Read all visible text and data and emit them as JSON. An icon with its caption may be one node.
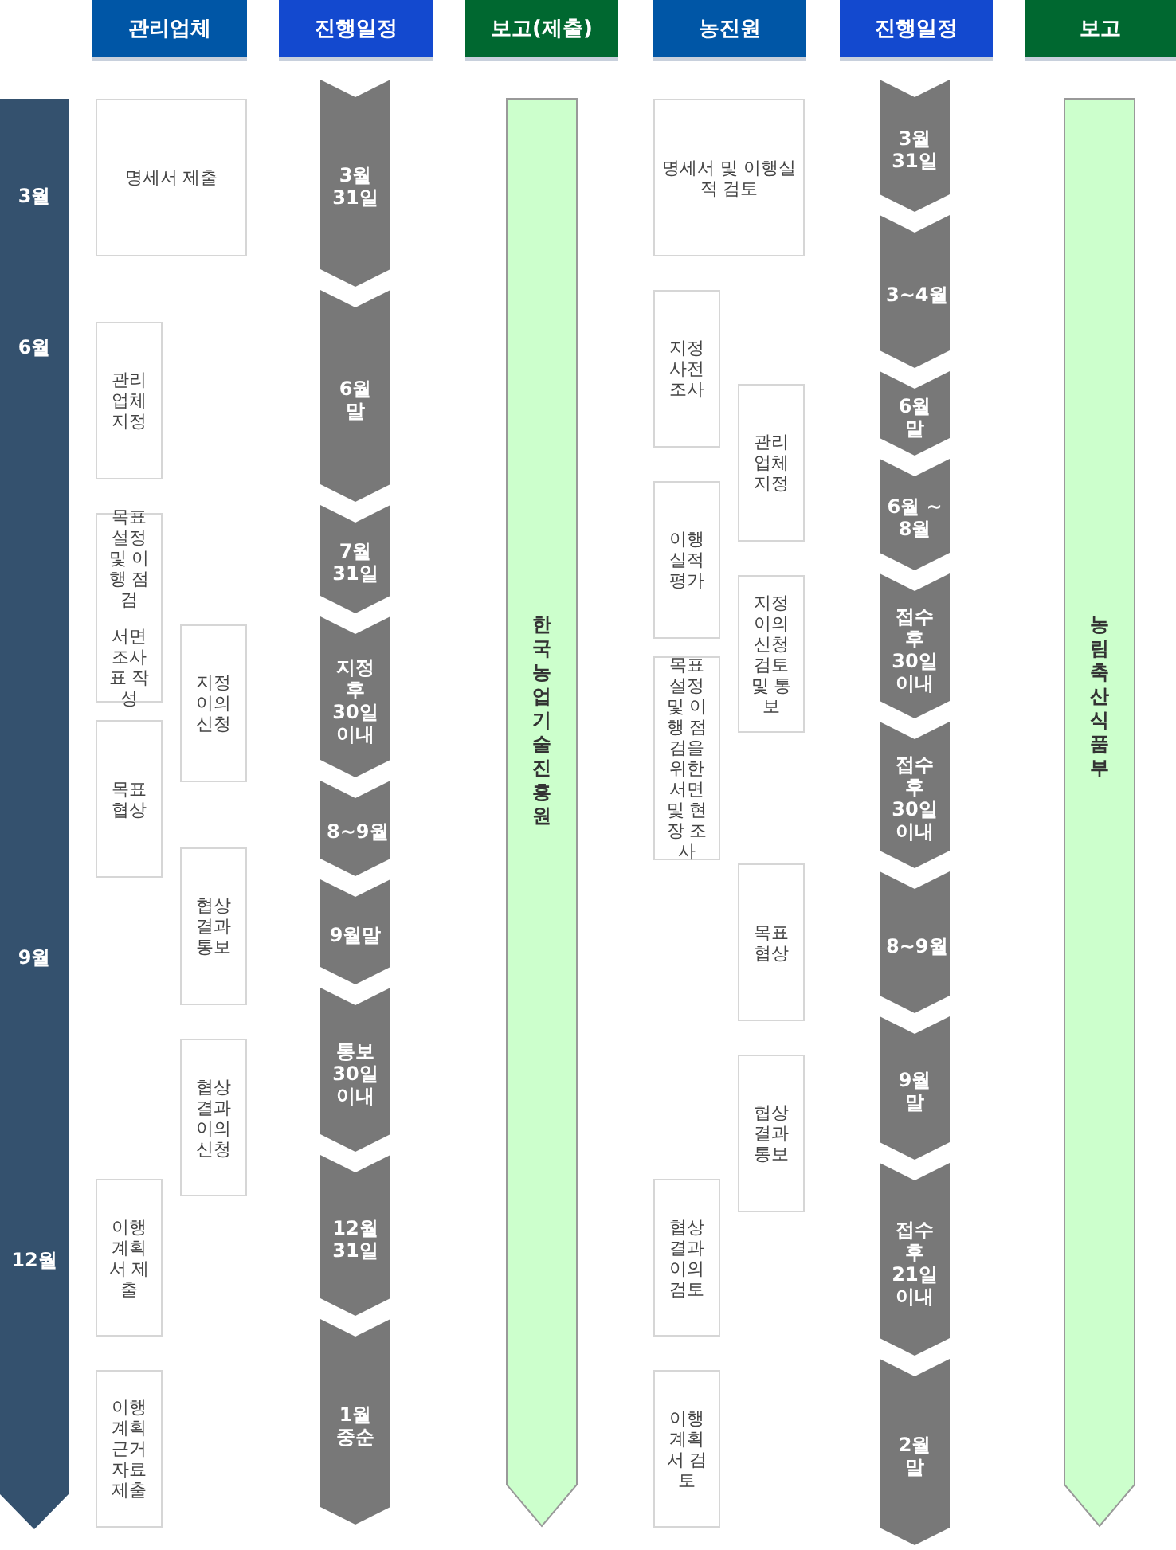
{
  "diagram": {
    "nodes": [
      {
        "text": [
          "관리업체"
        ]
      },
      {
        "text": [
          "진행일정"
        ]
      },
      {
        "text": [
          "보고(제출)"
        ]
      },
      {
        "text": [
          "농진원"
        ]
      },
      {
        "text": [
          "진행일정"
        ]
      },
      {
        "text": [
          "보고"
        ]
      },
      {
        "text": [
          "3월",
          "6월",
          "9월",
          "12월"
        ]
      },
      {
        "text": [
          "명세서 제출"
        ]
      },
      {
        "text": [
          "관리업체 지정"
        ]
      },
      {
        "text": [
          "목표 설정 및 이행 점검",
          "서면 조사표 작성"
        ]
      },
      {
        "text": [
          "지정 이의 신청"
        ]
      },
      {
        "text": [
          "목표 협상"
        ]
      },
      {
        "text": [
          "협상 결과 통보"
        ]
      },
      {
        "text": [
          "협상 결과 이의 신청"
        ]
      },
      {
        "text": [
          "이행 계획서 제출"
        ]
      },
      {
        "text": [
          "이행 계획 근거 자료 제출"
        ]
      },
      {
        "text": [
          "3월 31일"
        ]
      },
      {
        "text": [
          "6월 말"
        ]
      },
      {
        "text": [
          "7월 31일"
        ]
      },
      {
        "text": [
          "지정 후 30일 이내"
        ]
      },
      {
        "text": [
          "8~9월"
        ]
      },
      {
        "text": [
          "9월말"
        ]
      },
      {
        "text": [
          "통보 30일 이내"
        ]
      },
      {
        "text": [
          "12월 31일"
        ]
      },
      {
        "text": [
          "1월 중순"
        ]
      },
      {
        "text": [
          "한국농업기술진흥원"
        ]
      },
      {
        "text": [
          "명세서 및 이행실적 검토"
        ]
      },
      {
        "text": [
          "지정 사전 조사"
        ]
      },
      {
        "text": [
          "관리 업체 지정"
        ]
      },
      {
        "text": [
          "이행 실적 평가"
        ]
      },
      {
        "text": [
          "지정 이의 신청 검토 및 통보"
        ]
      },
      {
        "text": [
          "목표 설정 및 이행 점검을 위한 서면 및 현장 조사"
        ]
      },
      {
        "text": [
          "목표 협상"
        ]
      },
      {
        "text": [
          "협상 결과 통보"
        ]
      },
      {
        "text": [
          "협상 결과 이의 검토"
        ]
      },
      {
        "text": [
          "이행 계획서 검토"
        ]
      },
      {
        "text": [
          "3월 31일"
        ]
      },
      {
        "text": [
          "3~4월"
        ]
      },
      {
        "text": [
          "6월 말"
        ]
      },
      {
        "text": [
          "6월 ~ 8월"
        ]
      },
      {
        "text": [
          "접수 후 30일 이내"
        ]
      },
      {
        "text": [
          "접수 후 30일 이내"
        ]
      },
      {
        "text": [
          "8~9월"
        ]
      },
      {
        "text": [
          "9월 말"
        ]
      },
      {
        "text": [
          "접수 후 21일 이내"
        ]
      },
      {
        "text": [
          "2월 말"
        ]
      },
      {
        "text": [
          "농림축산식품부"
        ]
      }
    ]
  }
}
